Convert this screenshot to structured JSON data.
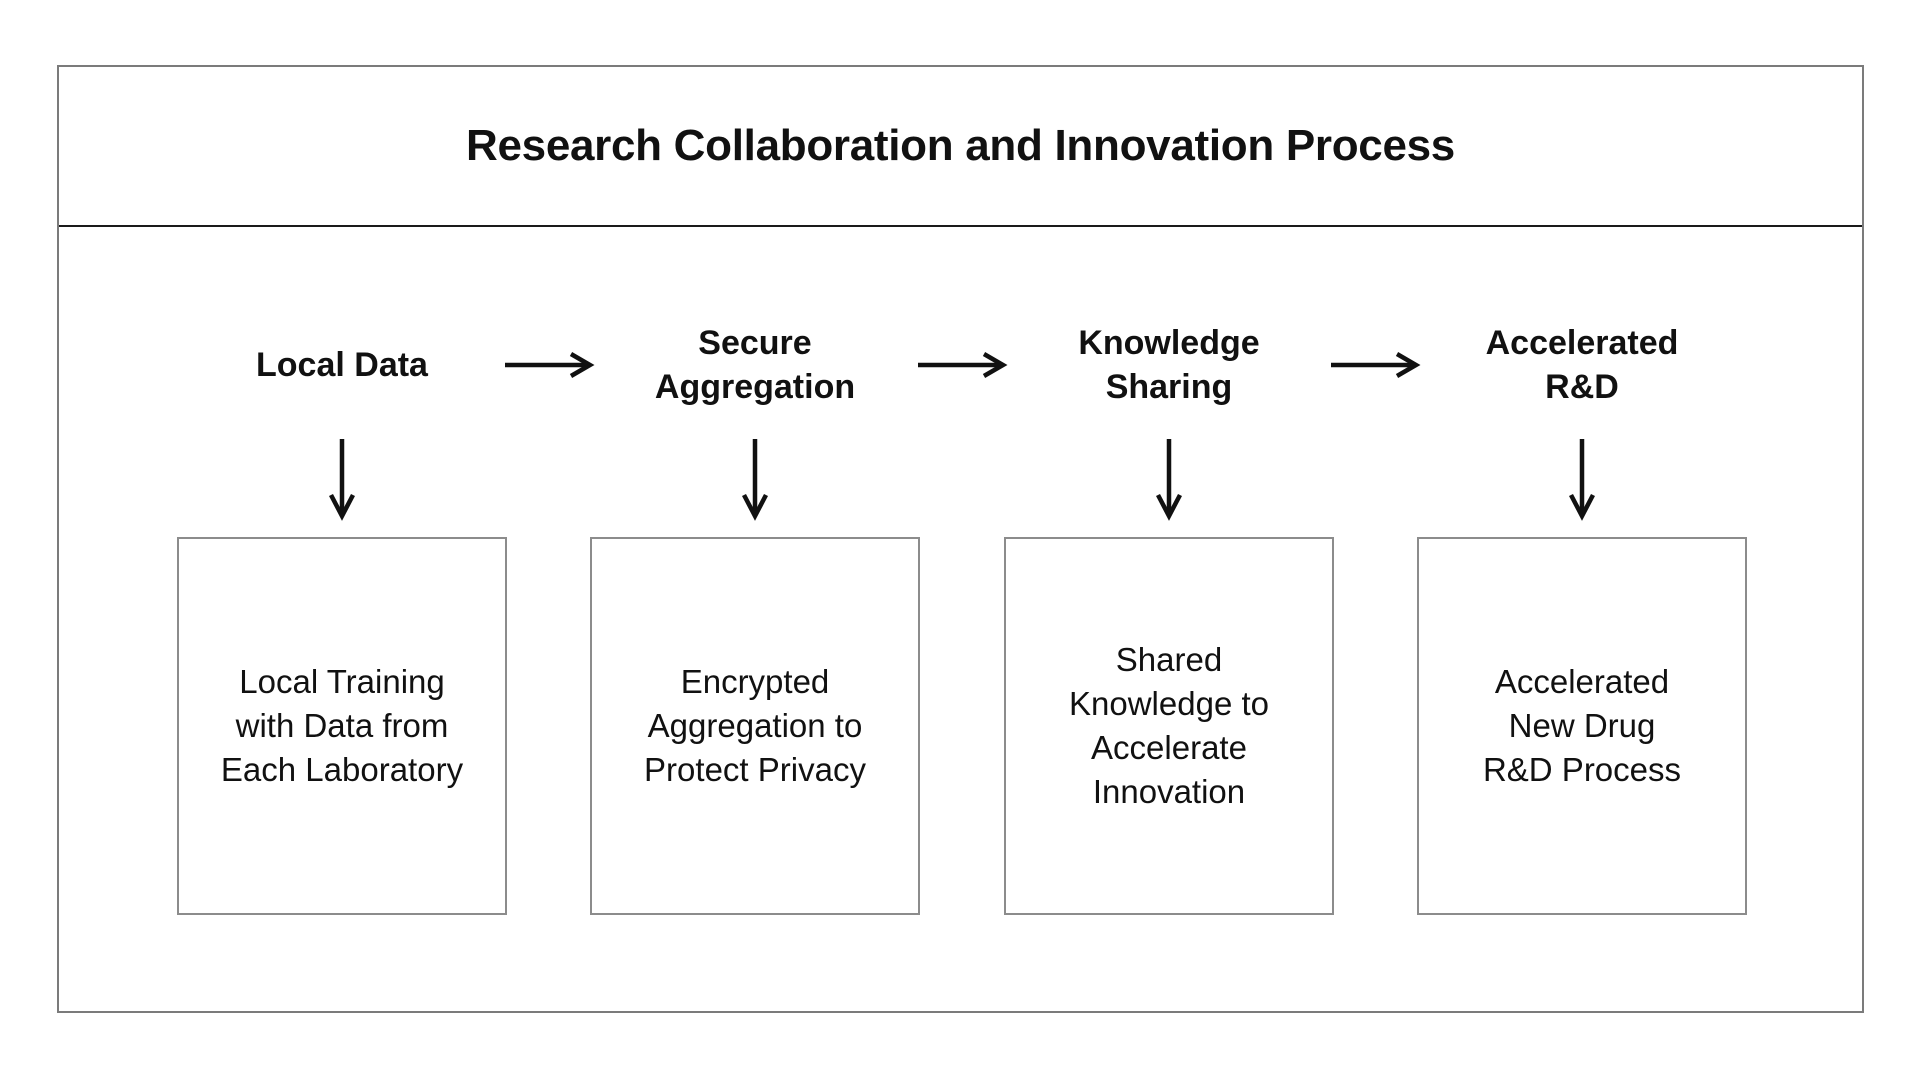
{
  "diagram": {
    "title": "Research Collaboration and Innovation Process",
    "stages": [
      {
        "label": "Local Data",
        "detail": "Local Training\nwith Data from\nEach Laboratory"
      },
      {
        "label": "Secure\nAggregation",
        "detail": "Encrypted\nAggregation to\nProtect Privacy"
      },
      {
        "label": "Knowledge\nSharing",
        "detail": "Shared\nKnowledge to\nAccelerate\nInnovation"
      },
      {
        "label": "Accelerated\nR&D",
        "detail": "Accelerated\nNew Drug\nR&D Process"
      }
    ],
    "colors": {
      "background": "#ffffff",
      "frame_border": "#7b7b7b",
      "title_separator": "#1a1a1a",
      "box_border": "#8c8c8c",
      "text": "#111111",
      "arrow": "#111111"
    }
  }
}
